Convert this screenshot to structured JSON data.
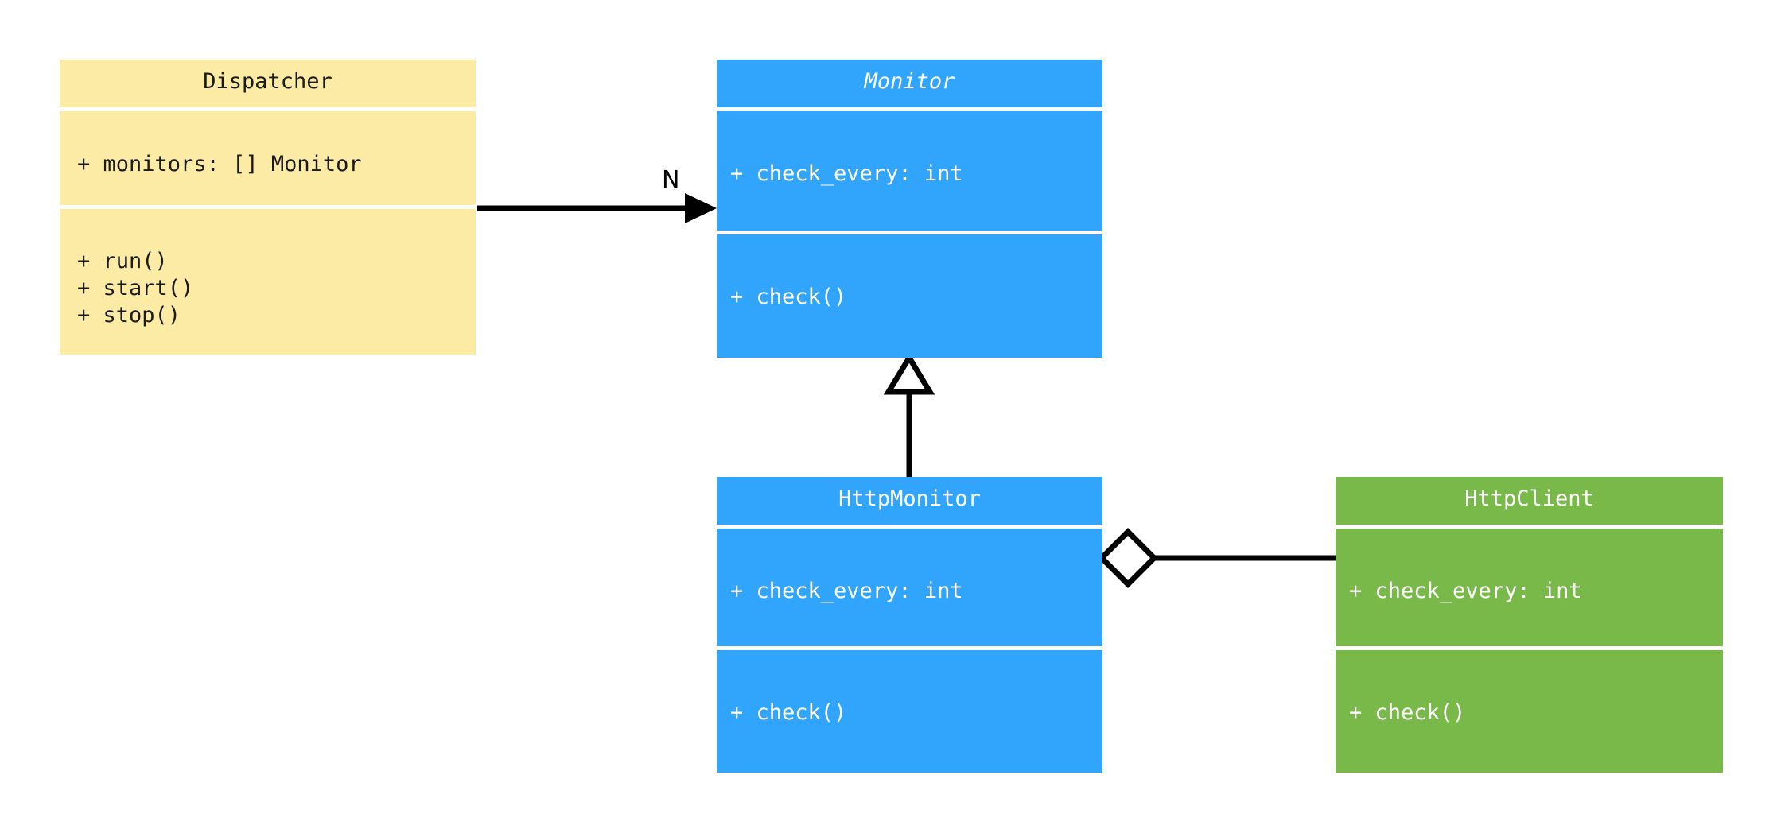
{
  "diagram": {
    "type": "uml-class-diagram",
    "background": "#ffffff",
    "colors": {
      "dispatcher_fill": "#fceba4",
      "monitor_fill": "#31a4fb",
      "httpmonitor_fill": "#31a4fb",
      "httpclient_fill": "#78b949",
      "line": "#000000",
      "divider": "#ffffff"
    }
  },
  "classes": {
    "dispatcher": {
      "name": "Dispatcher",
      "abstract": false,
      "attributes": [
        "+ monitors: [] Monitor"
      ],
      "methods": [
        "+ run()",
        "+ start()",
        "+ stop()"
      ]
    },
    "monitor": {
      "name": "Monitor",
      "abstract": true,
      "attributes": [
        "+ check_every: int"
      ],
      "methods": [
        "+ check()"
      ]
    },
    "http_monitor": {
      "name": "HttpMonitor",
      "abstract": false,
      "attributes": [
        "+ check_every: int"
      ],
      "methods": [
        "+ check()"
      ]
    },
    "http_client": {
      "name": "HttpClient",
      "abstract": false,
      "attributes": [
        "+ check_every: int"
      ],
      "methods": [
        "+ check()"
      ]
    }
  },
  "relationships": {
    "dispatcher_to_monitor": {
      "kind": "association",
      "from": "Dispatcher",
      "to": "Monitor",
      "label": "N",
      "arrow": "filled-arrow"
    },
    "httpmonitor_to_monitor": {
      "kind": "generalization",
      "from": "HttpMonitor",
      "to": "Monitor",
      "label": "",
      "arrow": "hollow-triangle"
    },
    "httpmonitor_to_httpclient": {
      "kind": "aggregation",
      "from": "HttpMonitor",
      "to": "HttpClient",
      "label": "",
      "arrow": "hollow-diamond"
    }
  }
}
